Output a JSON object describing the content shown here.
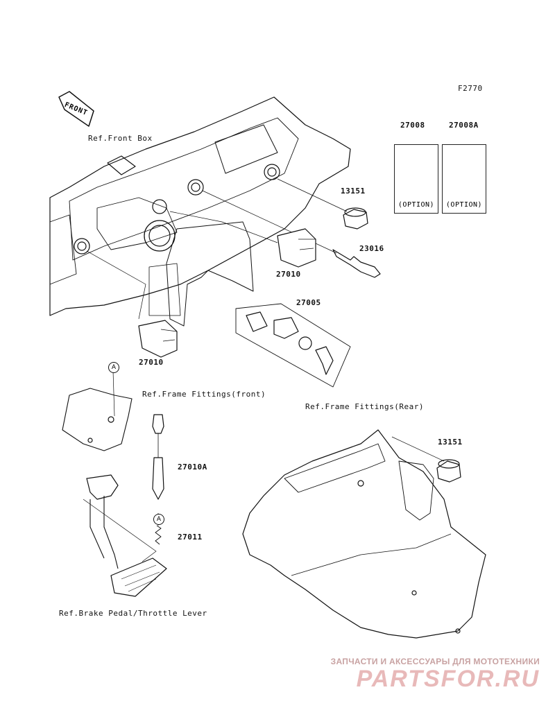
{
  "diagram_code": "F2770",
  "front_tag": "FRONT",
  "refs": {
    "front_box": "Ref.Front Box",
    "frame_front": "Ref.Frame Fittings(front)",
    "frame_rear": "Ref.Frame Fittings(Rear)",
    "brake_pedal": "Ref.Brake Pedal/Throttle Lever"
  },
  "parts": {
    "p27008": "27008",
    "p27008a": "27008A",
    "p13151_top": "13151",
    "p23016": "23016",
    "p27010_mid": "27010",
    "p27005": "27005",
    "p27010_low": "27010",
    "p27010a": "27010A",
    "p27011": "27011",
    "p13151_rear": "13151"
  },
  "option_label": "(OPTION)",
  "marker_a": "A",
  "watermark": {
    "tagline": "ЗАПЧАСТИ И АКСЕССУАРЫ ДЛЯ МОТОТЕХНИКИ",
    "logo": "PARTSFOR.RU"
  }
}
